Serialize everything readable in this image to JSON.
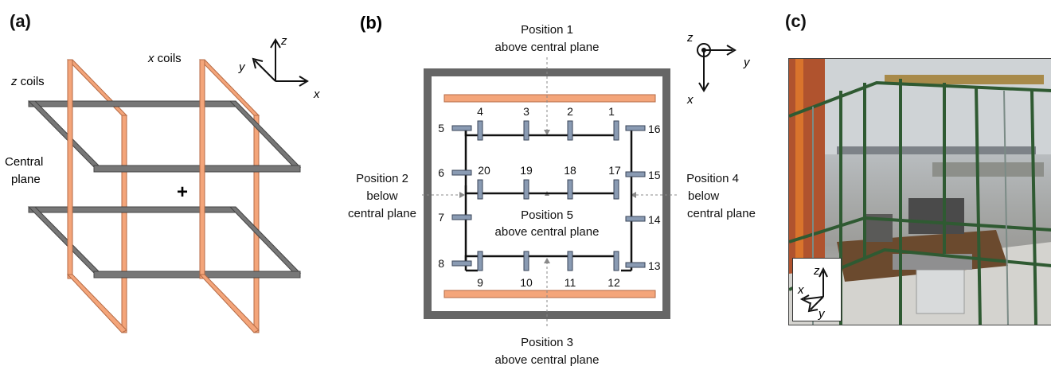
{
  "panels": {
    "a": {
      "label": "(a)",
      "z_coils": {
        "italic": "z",
        "rest": " coils"
      },
      "x_coils": {
        "italic": "x",
        "rest": " coils"
      },
      "central_plane_line1": "Central",
      "central_plane_line2": "plane",
      "center_mark": "+",
      "axes": {
        "z": "z",
        "y": "y",
        "x": "x"
      }
    },
    "b": {
      "label": "(b)",
      "axes": {
        "z": "z",
        "y": "y",
        "x": "x"
      },
      "positions": {
        "p1": {
          "line1": "Position 1",
          "line2": "above central plane"
        },
        "p2": {
          "line1": "Position 2",
          "line2": "below",
          "line3": "central plane"
        },
        "p3": {
          "line1": "Position 3",
          "line2": "above central plane"
        },
        "p4": {
          "line1": "Position 4",
          "line2": "below",
          "line3": "central plane"
        },
        "p5": {
          "line1": "Position 5",
          "line2": "above central plane"
        }
      },
      "sensors": [
        "1",
        "2",
        "3",
        "4",
        "5",
        "6",
        "7",
        "8",
        "9",
        "10",
        "11",
        "12",
        "13",
        "14",
        "15",
        "16",
        "17",
        "18",
        "19",
        "20"
      ]
    },
    "c": {
      "label": "(c)",
      "axes": {
        "z": "z",
        "x": "x",
        "y": "y"
      }
    }
  },
  "colors": {
    "coil_orange": "#f4a57a",
    "coil_gray": "#6e6e6e",
    "sensor": "#8a9bb3",
    "frame": "#666666"
  }
}
